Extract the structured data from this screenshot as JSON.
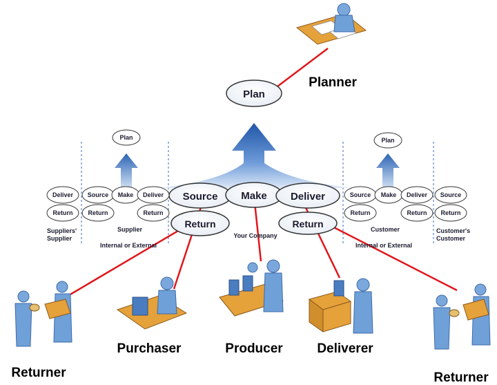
{
  "planner": "Planner",
  "main": {
    "plan": "Plan",
    "source": "Source",
    "make": "Make",
    "deliver": "Deliver",
    "return_src": "Return",
    "return_del": "Return",
    "company": "Your Company"
  },
  "supplier_side": {
    "plan": "Plan",
    "ss_deliver": "Deliver",
    "ss_return": "Return",
    "source": "Source",
    "make": "Make",
    "deliver": "Deliver",
    "return_src": "Return",
    "return_del": "Return",
    "ss_label_1": "Suppliers'",
    "ss_label_2": "Supplier",
    "sup_label": "Supplier",
    "sup_sub": "Internal or External"
  },
  "customer_side": {
    "plan": "Plan",
    "source": "Source",
    "make": "Make",
    "deliver": "Deliver",
    "return_src": "Return",
    "return_del": "Return",
    "cc_source": "Source",
    "cc_return": "Return",
    "cust_label": "Customer",
    "cust_sub": "Internal or External",
    "cc_label_1": "Customer's",
    "cc_label_2": "Customer"
  },
  "roles": {
    "returner_left": "Returner",
    "purchaser": "Purchaser",
    "producer": "Producer",
    "deliverer": "Deliverer",
    "returner_right": "Returner"
  },
  "colors": {
    "arrow": "#2c64b4",
    "link": "#e0161b",
    "figure": "#6fa0d8",
    "box": "#e5a13a"
  }
}
